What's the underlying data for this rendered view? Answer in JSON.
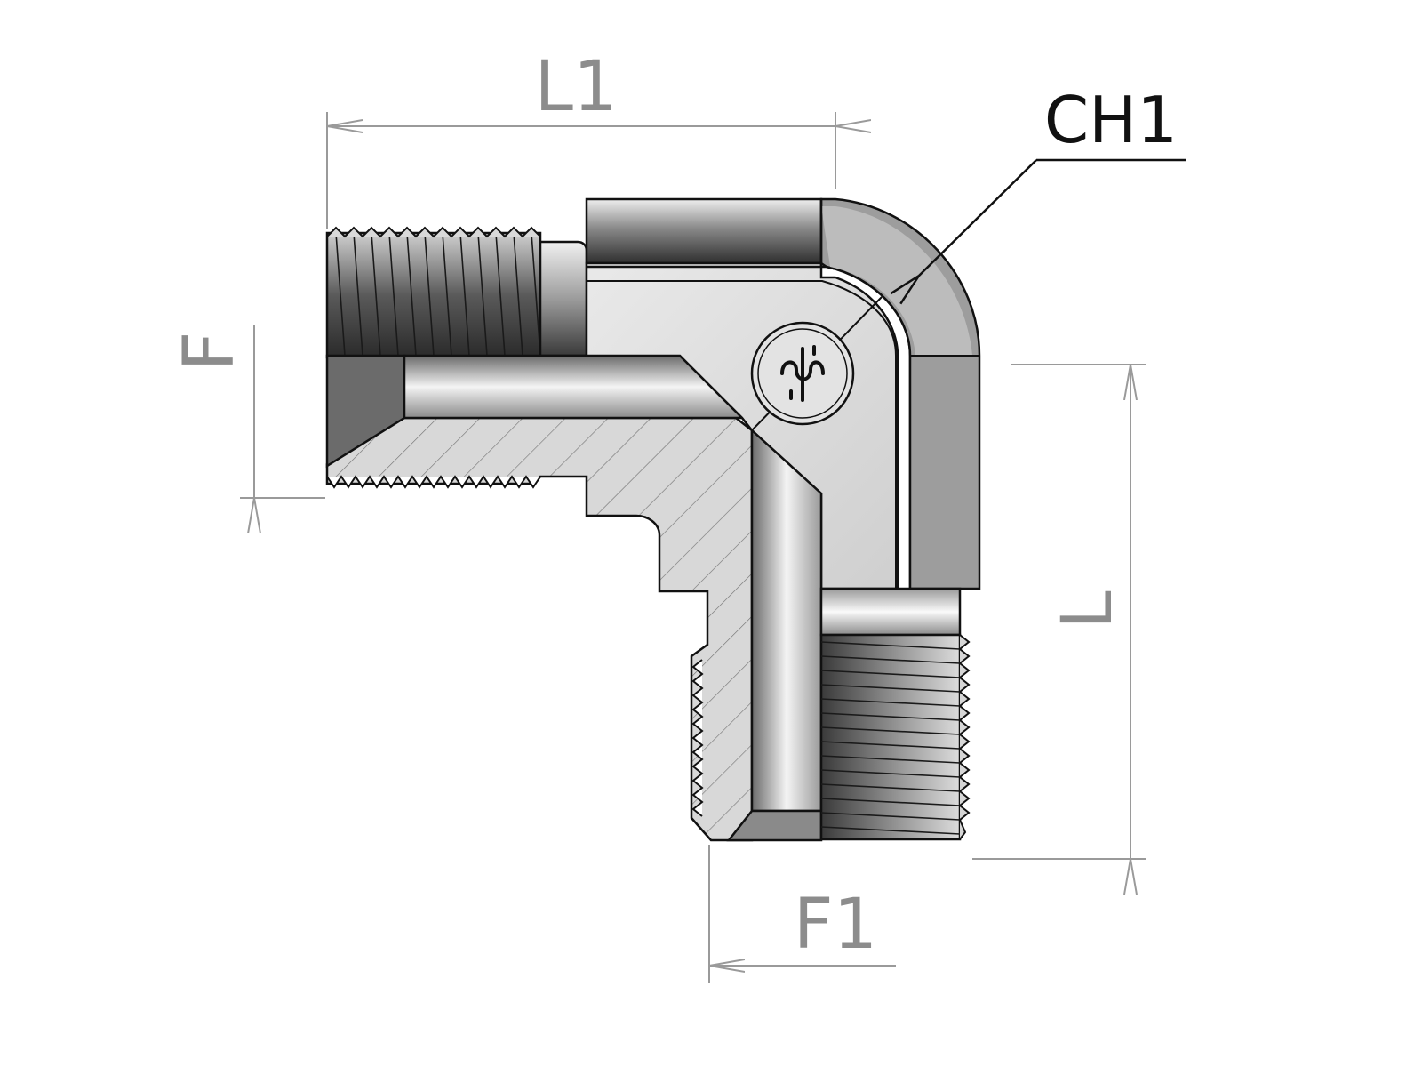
{
  "labels": {
    "l1": "L1",
    "ch1": "CH1",
    "f": "F",
    "l": "L",
    "f1": "F1"
  },
  "colors": {
    "background": "#ffffff",
    "metal_light": "#d6d6d6",
    "metal_mid": "#a8a8a8",
    "metal_dark": "#555555",
    "section_fill": "#c8c8c8",
    "outline": "#111111",
    "dimension": "#9a9a9a"
  },
  "icons": {
    "logo": "manufacturer-logo-icon"
  }
}
